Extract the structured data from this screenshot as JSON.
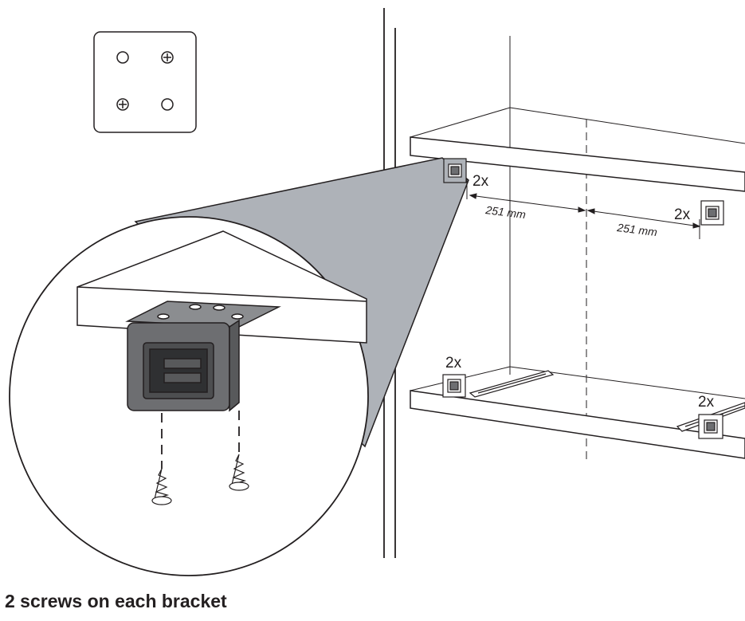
{
  "caption": "2 screws on each bracket",
  "quantity_labels": {
    "top_left_bracket": "2x",
    "top_right_bracket": "2x",
    "bottom_left_bracket": "2x",
    "bottom_right_bracket": "2x"
  },
  "dimensions": {
    "left_spacing": "251 mm",
    "right_spacing": "251 mm"
  },
  "colors": {
    "line": "#231f20",
    "magnifier_fill": "#aeb2b8",
    "bracket_fill": "#6d6e71"
  },
  "icons": {
    "hole_pattern": "four-hole-template-icon",
    "screw": "screw-icon",
    "bracket": "shelf-bracket-icon"
  }
}
